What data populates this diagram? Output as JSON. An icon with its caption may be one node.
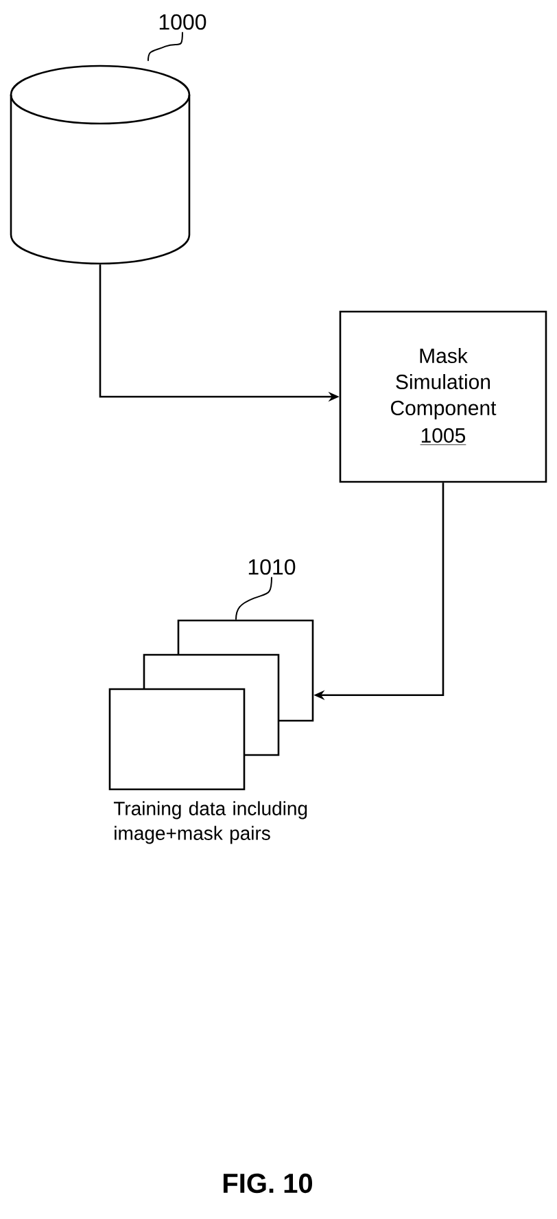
{
  "diagram": {
    "nodes": [
      {
        "text": [
          "1000"
        ]
      },
      {
        "text": [],
        "shape": "cylinder"
      },
      {
        "text": [
          "Mask Simulation Component",
          "1005"
        ]
      },
      {
        "text": [
          "1010"
        ]
      },
      {
        "text": [],
        "shape": "box",
        "beside": [
          "Training data including image+mask pairs"
        ]
      }
    ],
    "edges": [
      {
        "from": 0,
        "to": 1,
        "arrow": "none"
      },
      {
        "from": 1,
        "to": 2,
        "arrow": "to"
      },
      {
        "from": 2,
        "to": 4,
        "arrow": "to"
      },
      {
        "from": 3,
        "to": 4,
        "arrow": "none"
      }
    ],
    "labels": [
      "FIG. 10"
    ]
  }
}
